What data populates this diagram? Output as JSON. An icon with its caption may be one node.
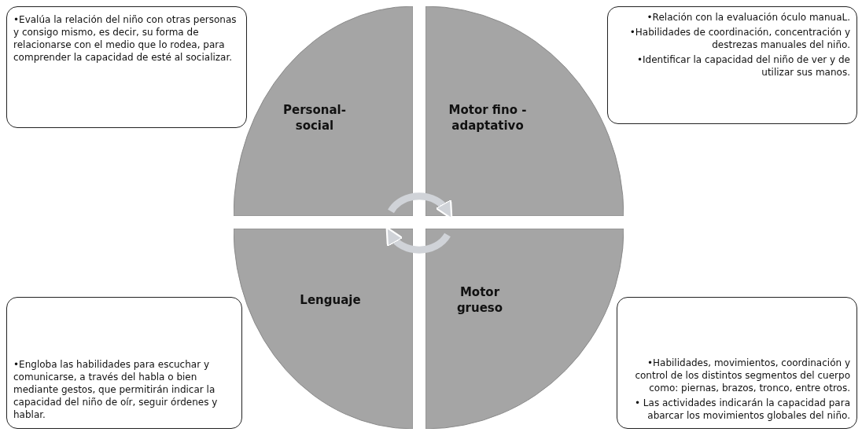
{
  "diagram": {
    "nodes": [
      {
        "text": [
          "•Evalúa la relación del niño con otras personas y consigo mismo, es decir, su forma de relacionarse con el medio que lo rodea, para comprender la capacidad de esté al socializar."
        ]
      },
      {
        "text": [
          "•Relación con la evaluación óculo manuaL.",
          "•Habilidades de coordinación, concentración y destrezas manuales del niño.",
          "•Identificar la capacidad del niño de ver y de utilizar sus manos."
        ]
      },
      {
        "text": [
          "Personal- social"
        ]
      },
      {
        "text": [
          "Motor fino - adaptativo"
        ]
      },
      {
        "text": [
          "Lenguaje"
        ]
      },
      {
        "text": [
          "Motor grueso"
        ]
      },
      {
        "text": [
          "•Engloba las habilidades para escuchar y comunicarse, a través del habla o bien mediante gestos, que permitirán indicar la capacidad del niño de oír, seguir órdenes y hablar."
        ]
      },
      {
        "text": [
          "•Habilidades, movimientos, coordinación y control de los distintos segmentos del cuerpo como: piernas, brazos, tronco, entre otros.",
          "• Las actividades indicarán la capacidad para abarcar los movimientos globales del niño."
        ]
      }
    ],
    "edges": [
      {
        "from": 2,
        "to": 3,
        "arrow": "to"
      },
      {
        "from": 5,
        "to": 4,
        "arrow": "to"
      }
    ]
  }
}
